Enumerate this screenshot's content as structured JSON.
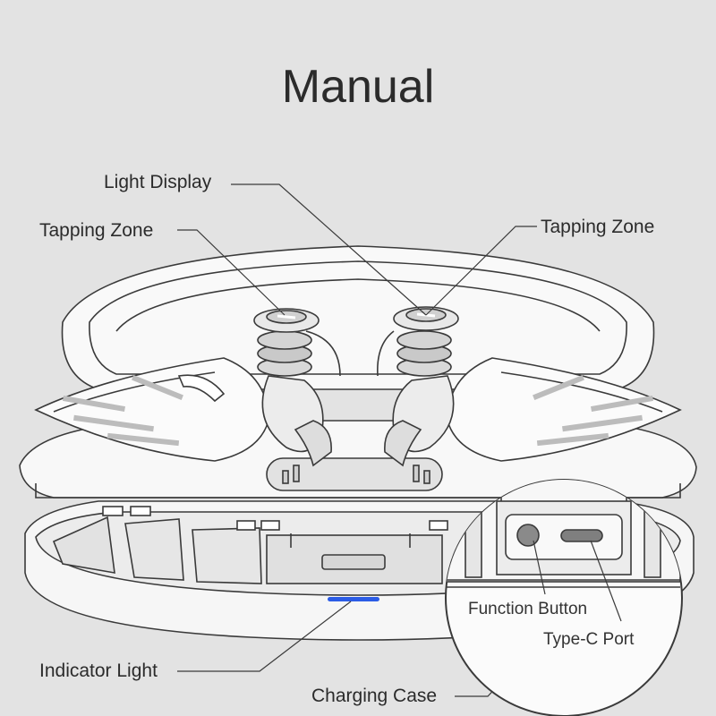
{
  "title": "Manual",
  "labels": {
    "light_display": "Light Display",
    "tapping_zone_left": "Tapping Zone",
    "tapping_zone_right": "Tapping Zone",
    "function_button": "Function Button",
    "type_c_port": "Type-C Port",
    "indicator_light": "Indicator Light",
    "charging_case": "Charging Case"
  },
  "colors": {
    "background": "#e3e3e3",
    "line": "#3a3a3a",
    "fill": "#f7f7f7",
    "indicator": "#2b5ce6"
  }
}
